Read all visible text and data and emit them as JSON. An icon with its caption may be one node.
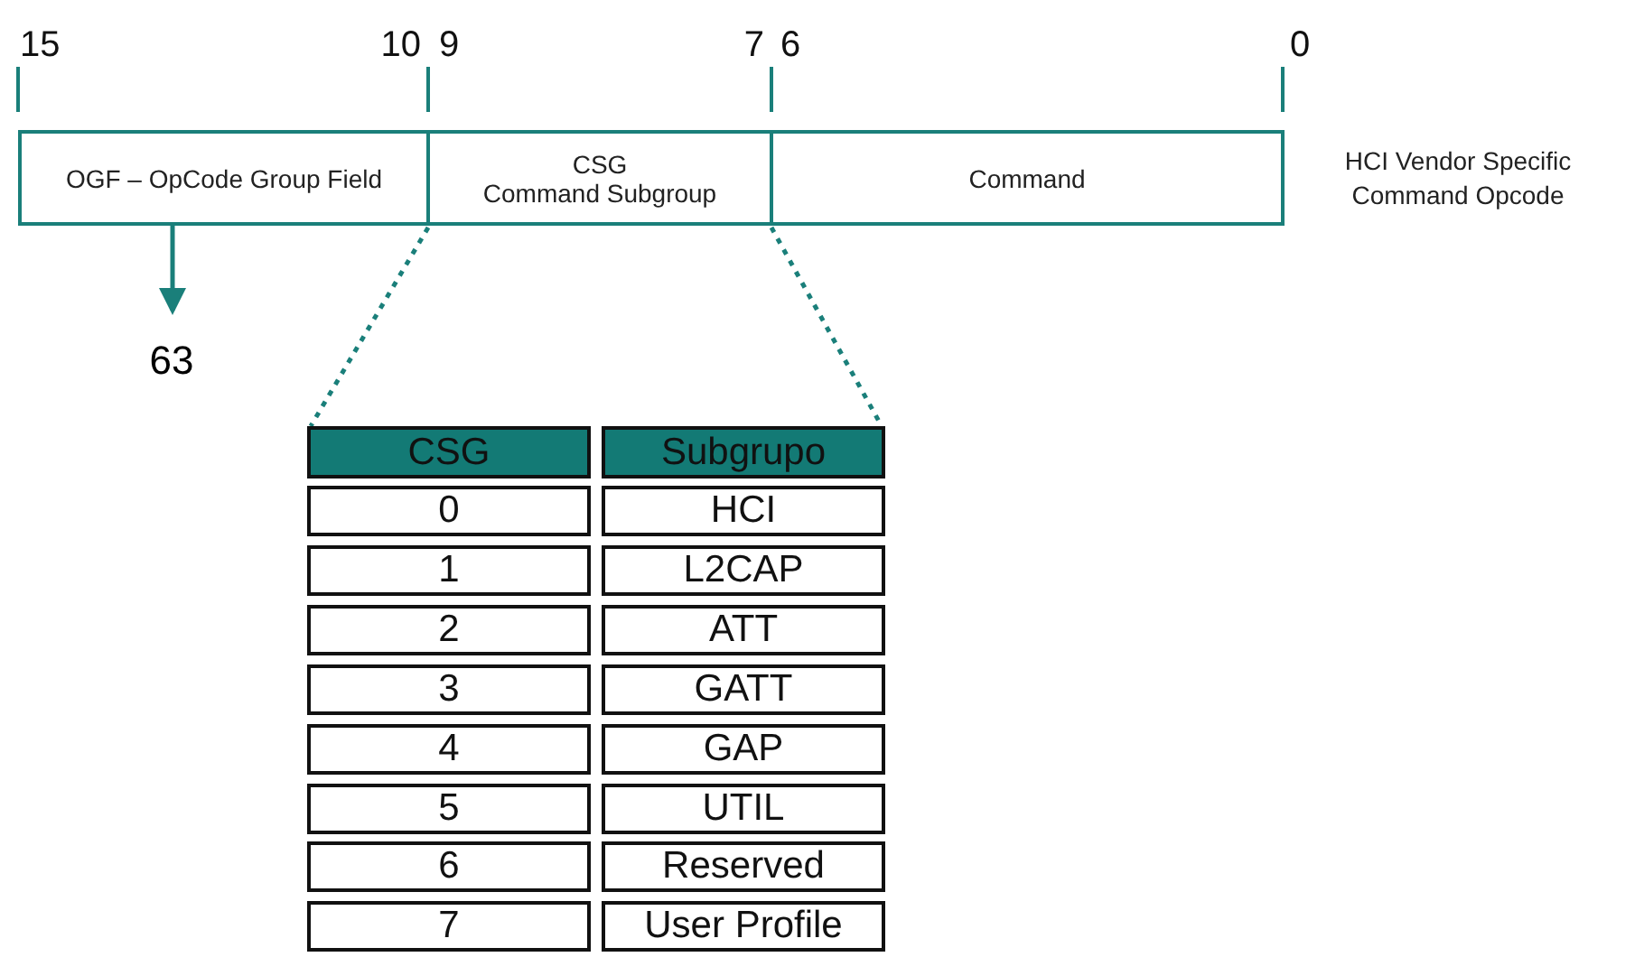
{
  "diagram": {
    "nodes": [
      {
        "text": [
          "OGF – OpCode Group Field"
        ]
      },
      {
        "text": [
          "CSG",
          "Command Subgroup"
        ]
      },
      {
        "text": [
          "Command"
        ]
      },
      {
        "text": [
          "63"
        ]
      },
      {
        "text": [],
        "shape": "table"
      }
    ],
    "edges": [
      {
        "from": 0,
        "to": 3,
        "arrow": "to"
      },
      {
        "from": 1,
        "to": 4,
        "arrow": "none",
        "style": "dashed"
      },
      {
        "from": 1,
        "to": 4,
        "arrow": "none",
        "style": "dashed"
      }
    ],
    "labels": [
      "15",
      "10",
      "9",
      "7",
      "6",
      "0",
      "HCI Vendor Specific Command Opcode",
      "CSG",
      "Subgrupo",
      "0",
      "HCI",
      "1",
      "L2CAP",
      "2",
      "ATT",
      "3",
      "GATT",
      "4",
      "GAP",
      "5",
      "UTIL",
      "6",
      "Reserved",
      "7",
      "User Profile"
    ]
  }
}
